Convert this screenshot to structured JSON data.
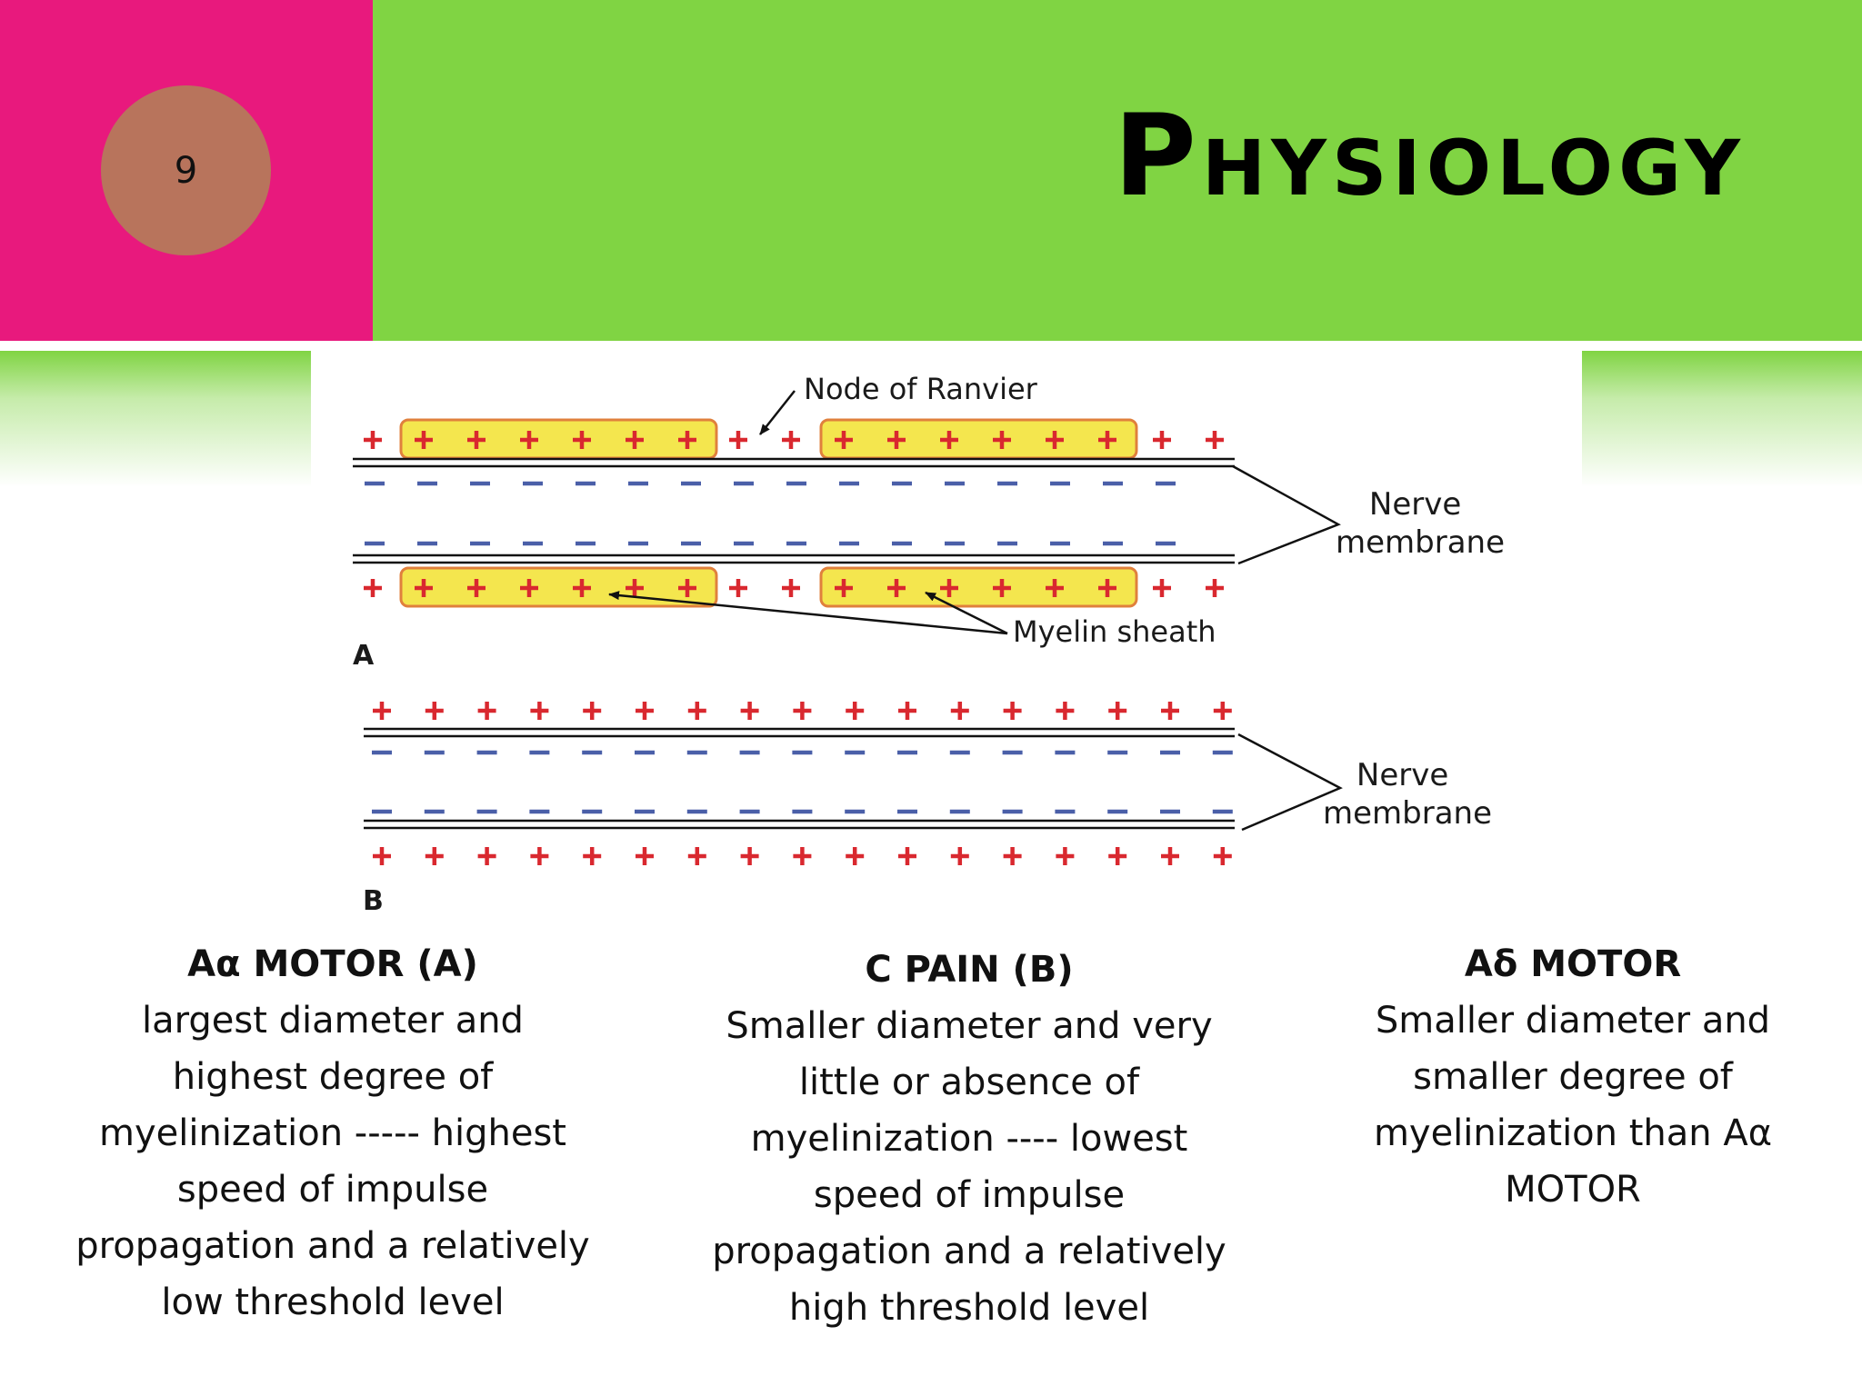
{
  "slide_number": "9",
  "title": {
    "first_letter": "P",
    "rest": "HYSIOLOGY"
  },
  "colors": {
    "pink": "#E8197D",
    "green": "#80D443",
    "badge": "#B8745C",
    "plus": "#D9282F",
    "minus": "#4A5FA8",
    "myelin_fill": "#F4E64E",
    "myelin_stroke": "#E0803C"
  },
  "diagram": {
    "label_node": "Node of Ranvier",
    "label_nerve_membrane": [
      "Nerve",
      "membrane"
    ],
    "label_myelin": "Myelin sheath",
    "panel_a_label": "A",
    "panel_b_label": "B"
  },
  "columns": [
    {
      "heading": "Aα MOTOR (A)",
      "lines": [
        "largest diameter and",
        "highest degree of",
        "myelinization ----- highest",
        "speed of impulse",
        "propagation and a relatively",
        "low threshold level"
      ]
    },
    {
      "heading": "C PAIN (B)",
      "lines": [
        "Smaller diameter and very",
        "little or absence of",
        "myelinization ---- lowest",
        "speed of impulse",
        "propagation and a relatively",
        "high threshold level"
      ]
    },
    {
      "heading": "Aδ MOTOR",
      "lines": [
        "Smaller diameter and",
        "smaller degree of",
        "myelinization than Aα",
        "MOTOR"
      ]
    }
  ]
}
